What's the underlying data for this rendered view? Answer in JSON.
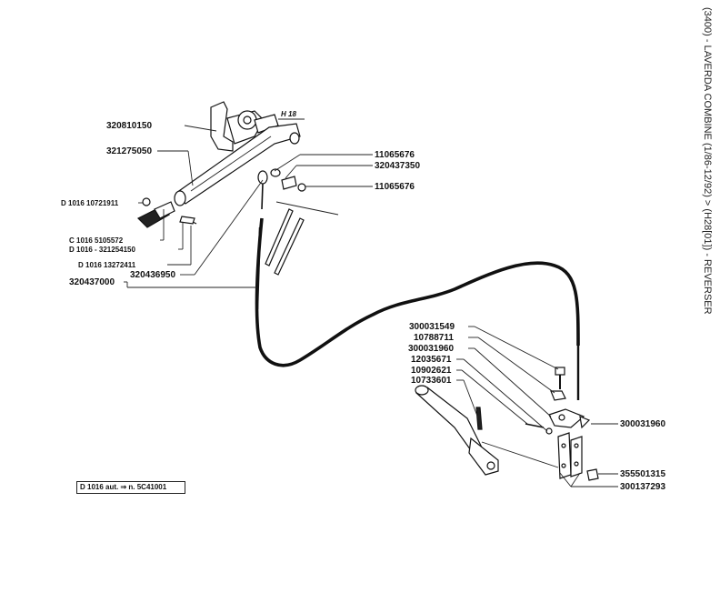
{
  "side_title": "(3400) - LAVERDA COMBINE (1/86-12/92) > (H28[01]) - REVERSER",
  "group_code": "H 18",
  "note": "D 1016  aut. ⇒ n. 5C41001",
  "labels": {
    "p320810150": "320810150",
    "p321275050": "321275050",
    "p10721911": "D 1016 10721911",
    "p5105572": "C 1016   5105572",
    "p321254150": "D 1016 - 321254150",
    "p13272411": "D 1016 13272411",
    "p320436950": "320436950",
    "p320437000": "320437000",
    "p11065676a": "11065676",
    "p320437350": "320437350",
    "p11065676b": "11065676",
    "p300031549": "300031549",
    "p10788711": "10788711",
    "p300031960a": "300031960",
    "p12035671": "12035671",
    "p10902621": "10902621",
    "p10733601": "10733601",
    "p300031960b": "300031960",
    "p355501315": "355501315",
    "p300137293": "300137293"
  }
}
